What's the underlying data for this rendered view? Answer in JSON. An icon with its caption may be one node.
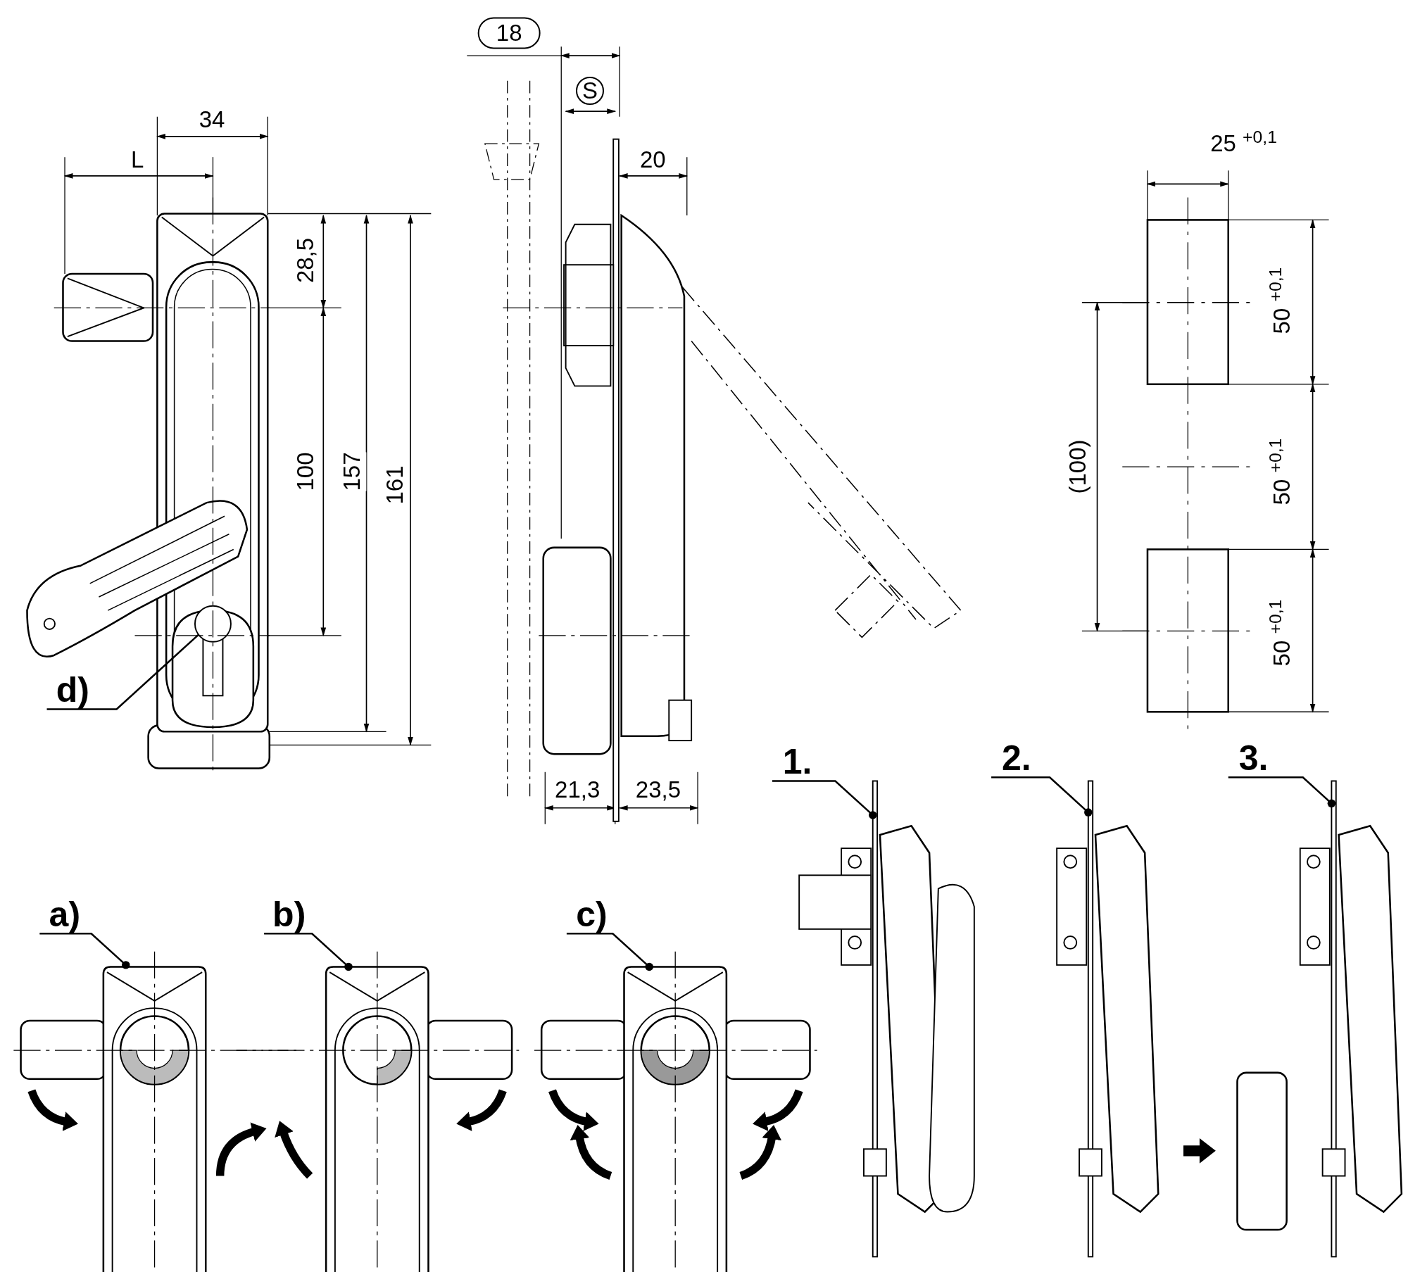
{
  "diagram": {
    "nodes": [
      {
        "text": [
          "d)"
        ]
      },
      {
        "text": [
          "a)"
        ]
      },
      {
        "text": [
          "b)"
        ]
      },
      {
        "text": [
          "c)"
        ]
      },
      {
        "text": [
          "1."
        ]
      },
      {
        "text": [
          "2."
        ]
      },
      {
        "text": [
          "3."
        ]
      },
      {
        "text": [],
        "shape": "circle"
      },
      {
        "text": [],
        "shape": "box"
      },
      {
        "text": [],
        "shape": "box"
      },
      {
        "text": [],
        "shape": "box"
      },
      {
        "text": [],
        "shape": "bar"
      },
      {
        "text": [],
        "shape": "bar"
      },
      {
        "text": [],
        "shape": "bar"
      }
    ],
    "edges": [
      {
        "from": 0,
        "to": 7,
        "arrow": "none"
      },
      {
        "from": 1,
        "to": 8,
        "arrow": "other"
      },
      {
        "from": 2,
        "to": 9,
        "arrow": "other"
      },
      {
        "from": 3,
        "to": 10,
        "arrow": "other"
      },
      {
        "from": 4,
        "to": 11,
        "arrow": "other"
      },
      {
        "from": 5,
        "to": 12,
        "arrow": "other"
      },
      {
        "from": 6,
        "to": 13,
        "arrow": "other"
      }
    ],
    "labels": [
      "18",
      "S",
      "34",
      "L",
      "20",
      "25 $^{+0,1}$",
      "28,5",
      "50 $^{+0,1}$",
      "100",
      "157",
      "161",
      "(100)",
      "50 $^{+0,1}$",
      "50 $^{+0,1}$",
      "21,3",
      "23,5"
    ]
  }
}
